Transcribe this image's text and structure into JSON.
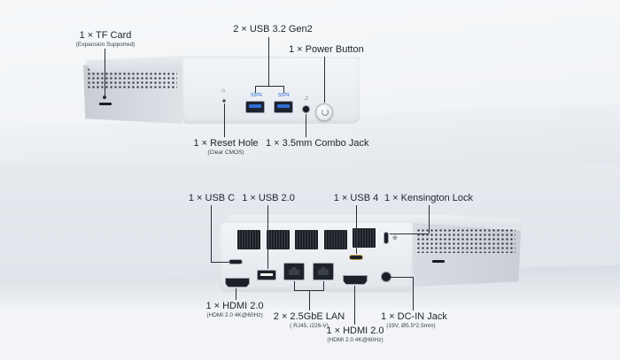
{
  "top_device": {
    "labels": {
      "tf_card": {
        "main": "1 × TF Card",
        "sub": "(Expansion Supported)"
      },
      "usb32": {
        "main": "2 × USB 3.2 Gen2"
      },
      "power": {
        "main": "1 × Power Button"
      },
      "reset": {
        "main": "1 × Reset Hole",
        "sub": "(Clear CMOS)"
      },
      "jack": {
        "main": "1 × 3.5mm Combo Jack"
      }
    }
  },
  "bottom_device": {
    "labels": {
      "usbc": {
        "main": "1 × USB C"
      },
      "usb20": {
        "main": "1 × USB 2.0"
      },
      "usb4": {
        "main": "1 × USB 4"
      },
      "kensington": {
        "main": "1 × Kensington Lock"
      },
      "hdmi_left": {
        "main": "1 × HDMI 2.0",
        "sub": "(HDMI 2.0  4K@60Hz)"
      },
      "lan": {
        "main": "2 × 2.5GbE LAN",
        "sub": "( RJ45, i226-V)"
      },
      "hdmi_right": {
        "main": "1 × HDMI 2.0",
        "sub": "(HDMI 2.0  4K@60Hz)"
      },
      "dcin": {
        "main": "1 × DC-IN Jack",
        "sub": "(19V, Ø5.5*2.5mm)"
      }
    }
  },
  "colors": {
    "accent_usb32": "#2f6fd6",
    "usb4_ring": "#c4a24a",
    "text": "#1f2329"
  }
}
